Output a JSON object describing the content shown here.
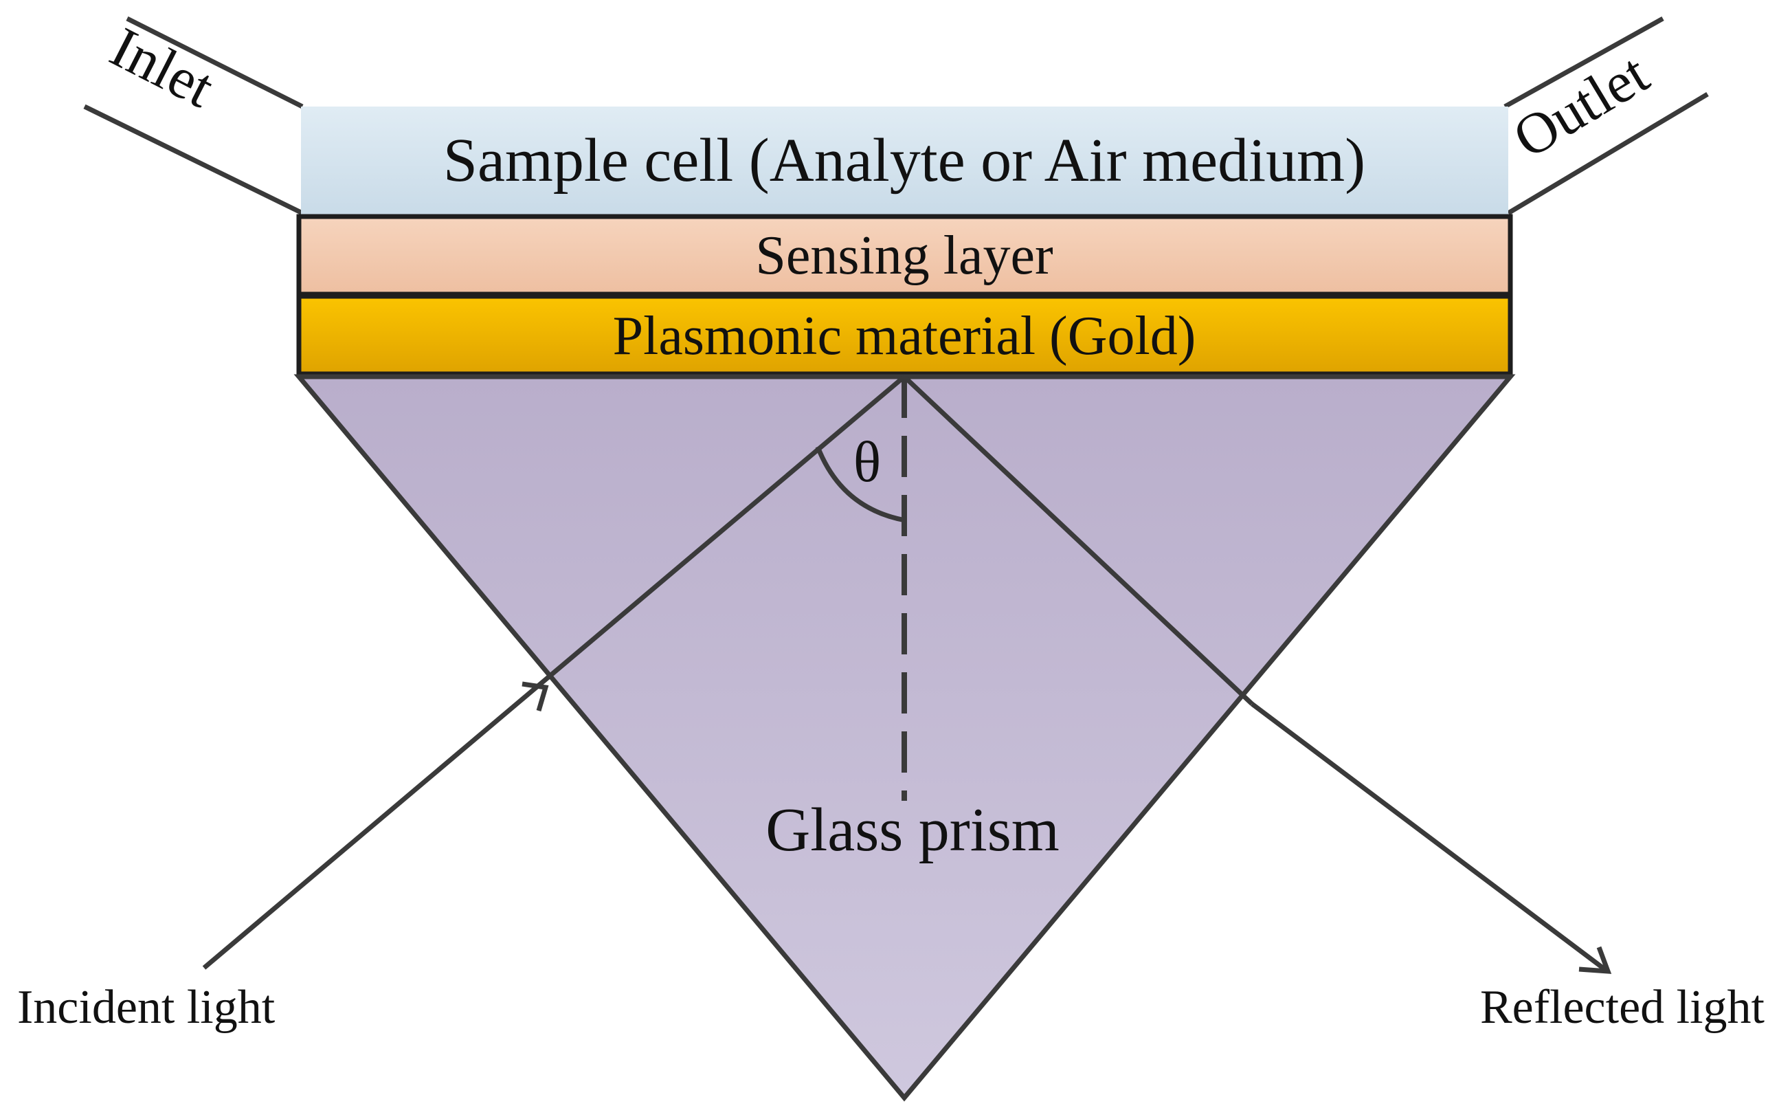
{
  "labels": {
    "inlet": "Inlet",
    "outlet": "Outlet",
    "sample_cell": "Sample cell (Analyte or Air medium)",
    "sensing_layer": "Sensing layer",
    "plasmonic_material": "Plasmonic material (Gold)",
    "theta": "θ",
    "glass_prism": "Glass prism",
    "incident_light": "Incident light",
    "reflected_light": "Reflected light"
  },
  "colors": {
    "sample_cell_top": "#e0ecf4",
    "sample_cell_bottom": "#c9dbe8",
    "sensing_layer_top": "#f6d4bd",
    "sensing_layer_bottom": "#eebfa1",
    "gold_top": "#fbc400",
    "gold_bottom": "#dfa300",
    "prism_top": "#b9aecb",
    "prism_bottom": "#cfc8de",
    "line": "#3a3a3a"
  }
}
